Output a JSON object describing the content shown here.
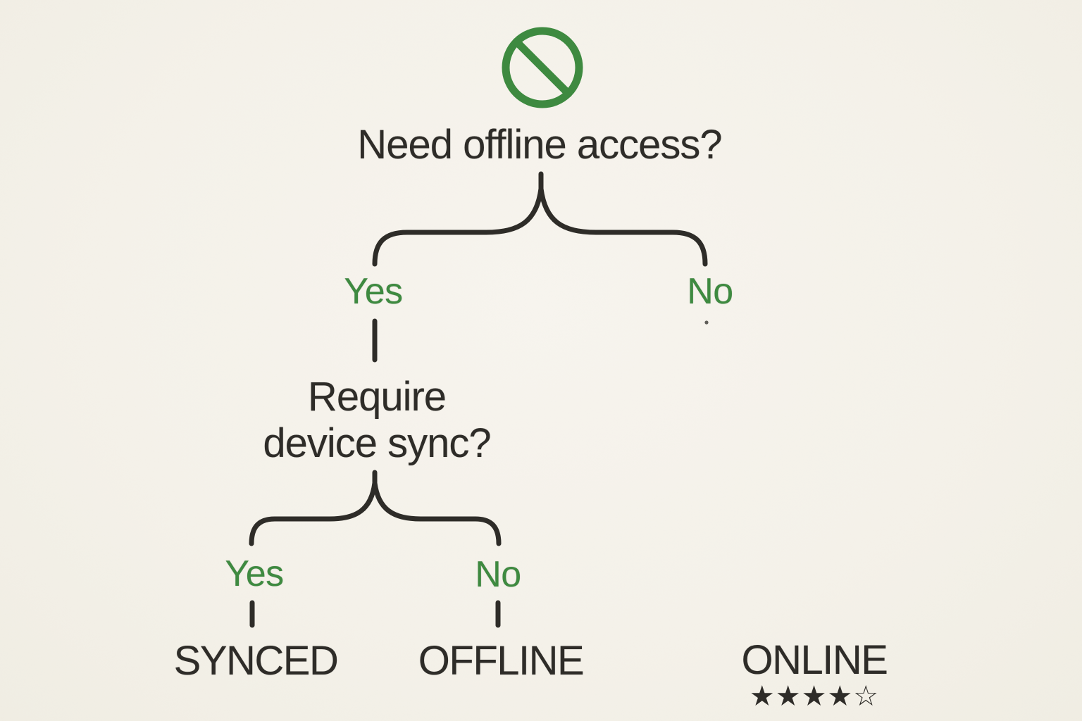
{
  "colors": {
    "background": "#f5f2ea",
    "ink": "#2e2c28",
    "green": "#3e8a40"
  },
  "tree": {
    "root_icon": "prohibition-icon",
    "root_question": "Need offline access?",
    "branch1": {
      "yes": "Yes",
      "no": "No"
    },
    "sub_question": {
      "line1": "Require",
      "line2": "device sync?"
    },
    "branch2": {
      "yes": "Yes",
      "no": "No"
    },
    "outcomes": {
      "synced": "SYNCED",
      "offline": "OFFLINE",
      "online": "ONLINE"
    },
    "online_rating": {
      "stars": "★★★★☆",
      "filled": 4,
      "total": 5
    }
  }
}
